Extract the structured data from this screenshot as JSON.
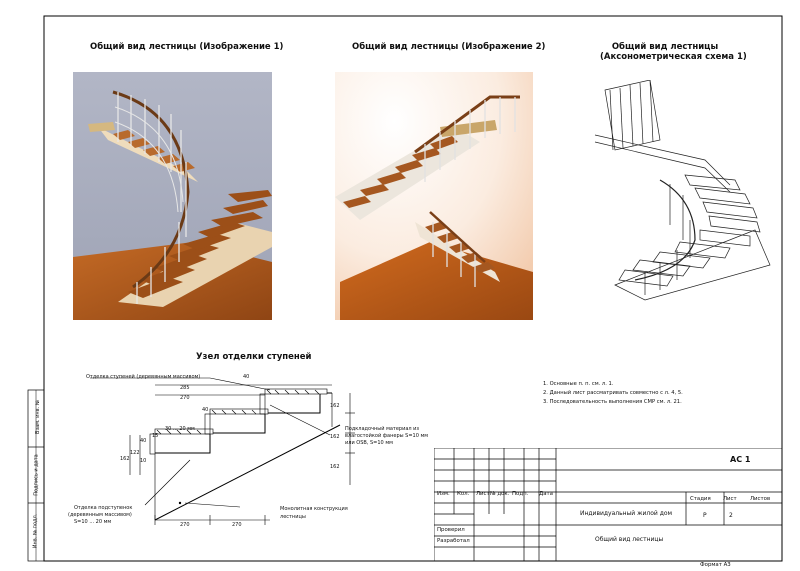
{
  "views": {
    "view1_title": "Общий вид лестницы (Изображение 1)",
    "view2_title": "Общий вид лестницы (Изображение 2)",
    "view3_title_line1": "Общий вид лестницы",
    "view3_title_line2": "(Аксонометрическая схема 1)"
  },
  "detail": {
    "title": "Узел отделки ступеней",
    "label_step_finish": "Отделка ступеней (деревянным массивом)",
    "label_riser_finish_1": "Отделка подступенок",
    "label_riser_finish_2": "(деревянным массивом)",
    "label_riser_finish_3": "S=10 ... 20 мм",
    "label_underlay_1": "Подкладочный материал из",
    "label_underlay_2": "влагостойкой фанеры S=10 мм",
    "label_underlay_3": "или OSB, S=10 мм",
    "label_mono_1": "Монолитная конструкция",
    "label_mono_2": "лестницы",
    "dim_285": "285",
    "dim_270_top": "270",
    "dim_40_top": "40",
    "dim_40_mid": "40",
    "dim_30_range": "30 ... 20 мм",
    "dim_15": "15",
    "dim_40_left": "40",
    "dim_162_a": "162",
    "dim_162_b": "162",
    "dim_162_c": "162",
    "dim_162_d": "162",
    "dim_122": "122",
    "dim_10": "10",
    "dim_270_b1": "270",
    "dim_270_b2": "270"
  },
  "notes": [
    "1. Основные п. п. см. л. 1.",
    "2. Данный лист рассматривать совместно с л. 4, 5.",
    "3. Последовательность выполнения СМР см. л. 21."
  ],
  "title_block": {
    "sheet_code": "АС 1",
    "headers": [
      "Изм.",
      "Кол.",
      "Лист",
      "№ док.",
      "Подп.",
      "Дата"
    ],
    "project": "Индивидуальный жилой дом",
    "sheet_name": "Общий вид лестницы",
    "stage_label": "Стадия",
    "sheet_label": "Лист",
    "sheets_label": "Листов",
    "stage": "Р",
    "sheet": "2",
    "sheets": "",
    "checked": "Проверил",
    "developed": "Разработал",
    "format": "Формат А3"
  },
  "side_stamp": {
    "row1": "Взам. инв. №",
    "row2": "Подпись и дата",
    "row3": "Инв. № подл."
  }
}
